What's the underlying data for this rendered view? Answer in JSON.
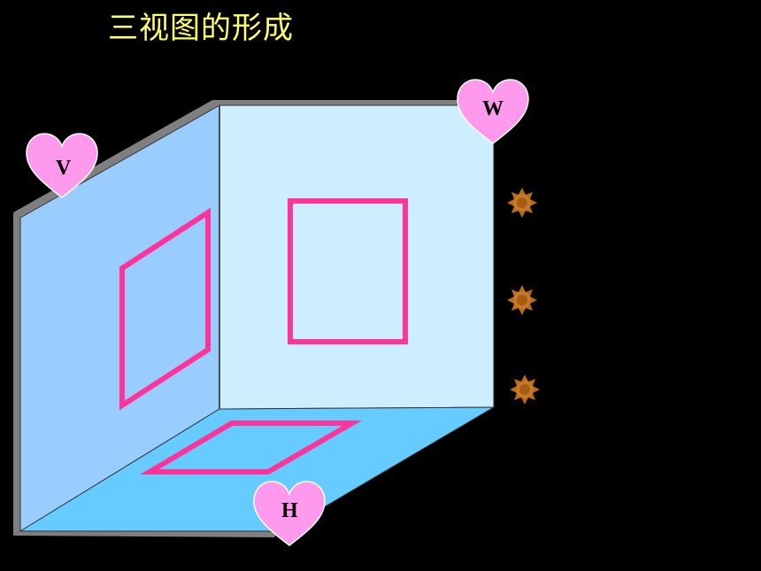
{
  "title": "三视图的形成",
  "planes": {
    "v_label": "V",
    "w_label": "W",
    "h_label": "H"
  },
  "colors": {
    "background": "#000000",
    "title": "#ffff66",
    "v_plane": "#99ccff",
    "w_plane": "#cceeff",
    "h_plane": "#66ccff",
    "frame": "#7f7f7f",
    "projection_outline": "#ff3399",
    "heart_fill": "#ff99ee",
    "sun_icon": "#b86b14"
  },
  "icons": [
    "heart-icon",
    "sun-icon"
  ]
}
